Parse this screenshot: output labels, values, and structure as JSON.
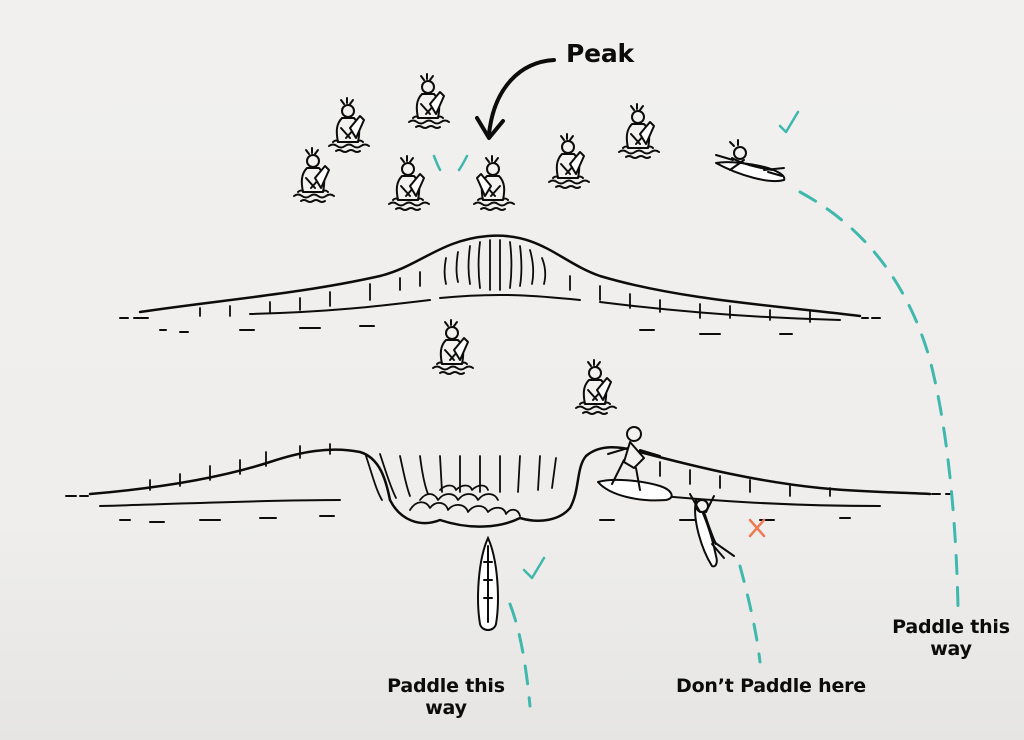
{
  "labels": {
    "peak": "Peak",
    "paddle_left": "Paddle this way",
    "paddle_right": "Paddle this way",
    "dont_paddle": "Don’t Paddle here"
  },
  "colors": {
    "ink": "#0c0c0c",
    "teal": "#3fb8ad",
    "orange": "#ec7a52",
    "background": "#f0efed"
  },
  "icons": {
    "correct_mark": "check-icon",
    "wrong_mark": "cross-icon"
  }
}
